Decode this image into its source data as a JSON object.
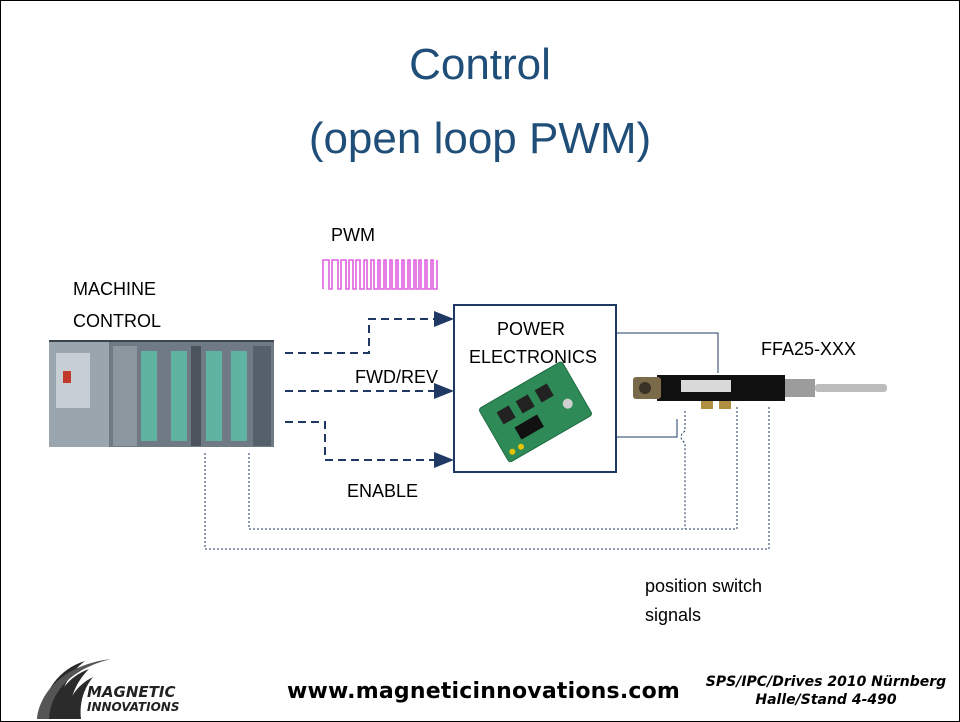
{
  "title": {
    "line1": "Control",
    "line2": "(open loop PWM)"
  },
  "labels": {
    "pwm": "PWM",
    "machine_control_1": "MACHINE",
    "machine_control_2": "CONTROL",
    "power_electronics_1": "POWER",
    "power_electronics_2": "ELECTRONICS",
    "fwd_rev": "FWD/REV",
    "enable": "ENABLE",
    "actuator": "FFA25-XXX",
    "position_switch_1": "position switch",
    "position_switch_2": "signals"
  },
  "footer": {
    "url": "www.magneticinnovations.com",
    "event_line1": "SPS/IPC/Drives 2010 Nürnberg",
    "event_line2": "Halle/Stand 4-490"
  },
  "logo": {
    "line1": "MAGNETIC",
    "line2": "INNOVATIONS"
  },
  "colors": {
    "title": "#1f4e79",
    "signal_line": "#1f3864",
    "pwm_waveform": "#e060e0",
    "box_border": "#1f3864"
  }
}
